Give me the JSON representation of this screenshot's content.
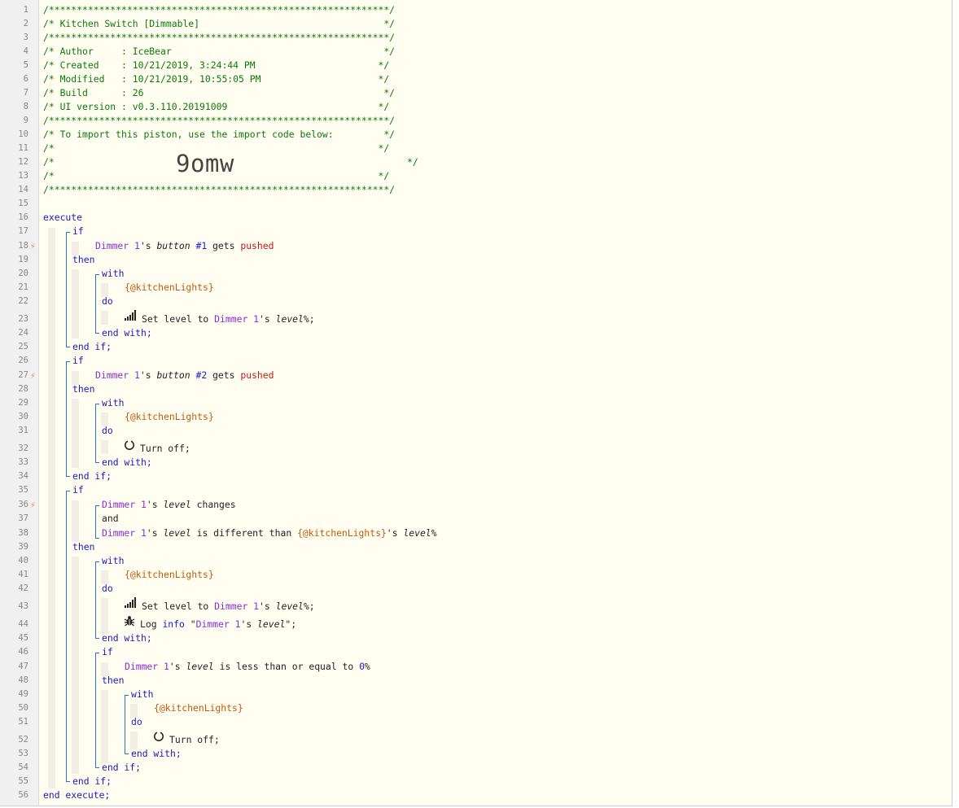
{
  "editor": {
    "line_numbers": [
      "1",
      "2",
      "3",
      "4",
      "5",
      "6",
      "7",
      "8",
      "9",
      "10",
      "11",
      "12",
      "13",
      "14",
      "15",
      "16",
      "17",
      "18",
      "19",
      "20",
      "21",
      "22",
      "23",
      "24",
      "25",
      "26",
      "27",
      "28",
      "29",
      "30",
      "31",
      "32",
      "33",
      "34",
      "35",
      "36",
      "37",
      "38",
      "39",
      "40",
      "41",
      "42",
      "43",
      "44",
      "45",
      "46",
      "47",
      "48",
      "49",
      "50",
      "51",
      "52",
      "53",
      "54",
      "55",
      "56"
    ]
  },
  "header": {
    "border": "/*************************************************************/",
    "title": "/* Kitchen Switch [Dimmable]                                 */",
    "author": "/* Author     : IceBear                                      */",
    "created": "/* Created    : 10/21/2019, 3:24:44 PM                      */",
    "modified": "/* Modified   : 10/21/2019, 10:55:05 PM                     */",
    "build": "/* Build      : 26                                           */",
    "ui_version": "/* UI version : v0.3.110.20191009                           */",
    "import_note": "/* To import this piston, use the import code below:         */",
    "blank_comment": "/*                                                          */",
    "comment_open": "/*",
    "comment_close": "*/",
    "import_code": "9omw"
  },
  "kw": {
    "execute": "execute",
    "end_execute": "end execute;",
    "if": "if",
    "then": "then",
    "with": "with",
    "do": "do",
    "end_with": "end with;",
    "end_if": "end if;",
    "and": "and"
  },
  "code": {
    "device": "Dimmer 1",
    "poss": "'s ",
    "button": "button",
    "btn1": "#1",
    "btn2": "#2",
    "gets": " gets ",
    "pushed": "pushed",
    "variable": "{@kitchenLights}",
    "set_level_to": "Set level to ",
    "level": "level",
    "pct_semi": "%;",
    "pct": "%",
    "turn_off": "Turn off;",
    "changes": " changes",
    "is_different_than": " is different than ",
    "log_prefix": "Log ",
    "info": "info",
    "quote_open": " \"",
    "quote_close": "\";",
    "less_equal": " is less than or equal to ",
    "zero": "0"
  },
  "icons": {
    "set_level": "signal-bars-icon",
    "turn_off": "power-icon",
    "log": "bug-icon",
    "trigger": "lightning-bolt-icon"
  }
}
